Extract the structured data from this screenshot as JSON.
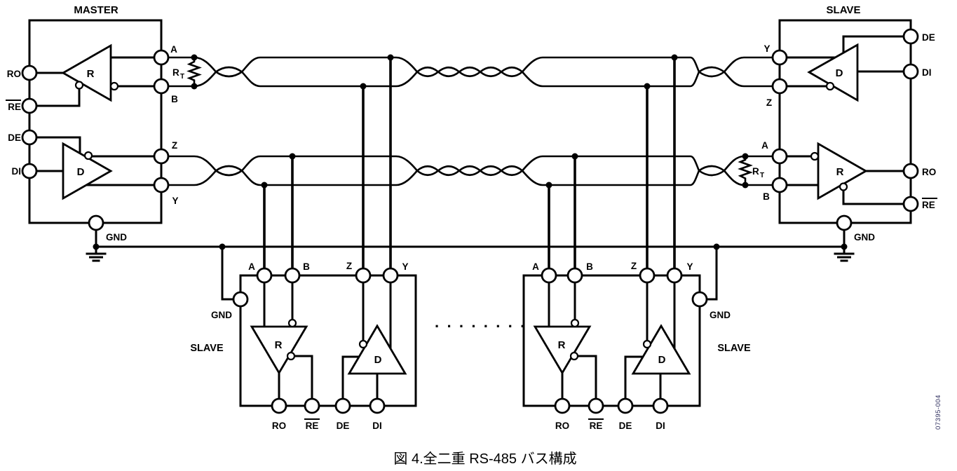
{
  "figure": {
    "caption": "図 4.全二重 RS-485 バス構成",
    "doc_number": "07395-004",
    "ellipsis": "· · · · · · · ·"
  },
  "master": {
    "title": "MASTER",
    "receiver": "R",
    "driver": "D",
    "pins": {
      "ro": "RO",
      "re": "RE",
      "de": "DE",
      "di": "DI",
      "gnd": "GND"
    },
    "terminals": {
      "a": "A",
      "b": "B",
      "z": "Z",
      "y": "Y"
    },
    "termination": {
      "r": "R",
      "t": "T"
    }
  },
  "slave_top_right": {
    "title": "SLAVE",
    "receiver": "R",
    "driver": "D",
    "pins": {
      "de": "DE",
      "di": "DI",
      "ro": "RO",
      "re": "RE",
      "gnd": "GND"
    },
    "terminals": {
      "y": "Y",
      "z": "Z",
      "a": "A",
      "b": "B"
    },
    "termination": {
      "r": "R",
      "t": "T"
    }
  },
  "slave_bottom_left": {
    "title": "SLAVE",
    "receiver": "R",
    "driver": "D",
    "terminals": {
      "a": "A",
      "b": "B",
      "z": "Z",
      "y": "Y"
    },
    "pins": {
      "ro": "RO",
      "re": "RE",
      "de": "DE",
      "di": "DI",
      "gnd": "GND"
    }
  },
  "slave_bottom_right": {
    "title": "SLAVE",
    "receiver": "R",
    "driver": "D",
    "terminals": {
      "a": "A",
      "b": "B",
      "z": "Z",
      "y": "Y"
    },
    "pins": {
      "ro": "RO",
      "re": "RE",
      "de": "DE",
      "di": "DI",
      "gnd": "GND"
    }
  }
}
